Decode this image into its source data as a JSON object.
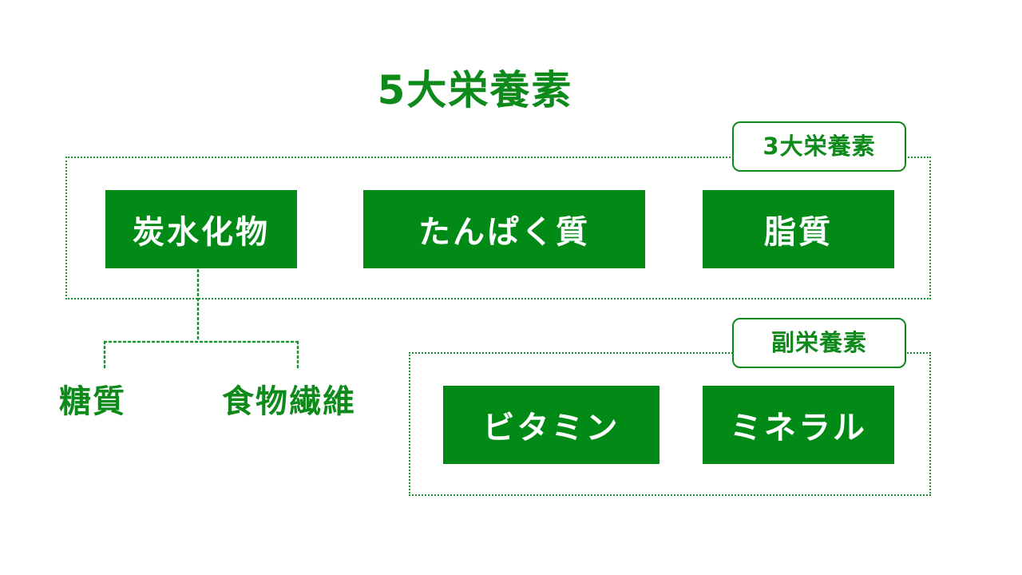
{
  "title": "5大栄養素",
  "colors": {
    "accent": "#028a17",
    "text_on_accent": "#ffffff",
    "background": "#ffffff"
  },
  "groups": {
    "macro": {
      "label": "3大栄養素",
      "nodes": [
        "炭水化物",
        "たんぱく質",
        "脂質"
      ]
    },
    "micro": {
      "label": "副栄養素",
      "nodes": [
        "ビタミン",
        "ミネラル"
      ]
    }
  },
  "carbohydrate_children": [
    "糖質",
    "食物繊維"
  ]
}
